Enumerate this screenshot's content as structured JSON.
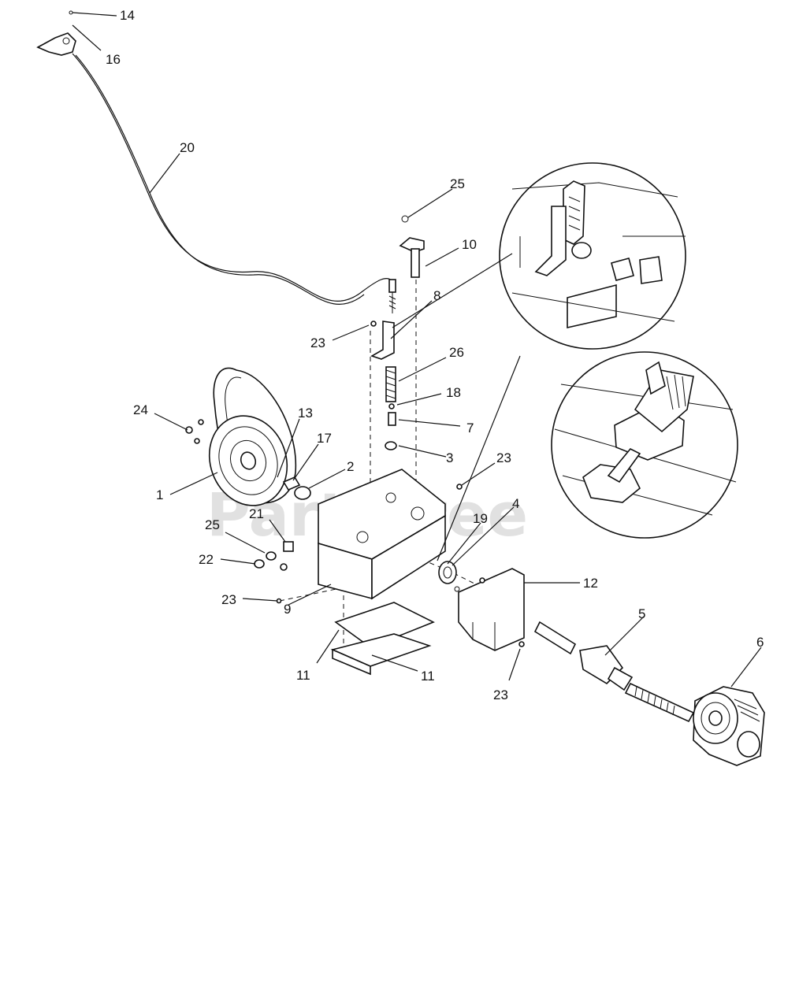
{
  "watermark": "PartsTree",
  "callouts": [
    {
      "id": "c14",
      "text": "14"
    },
    {
      "id": "c16",
      "text": "16"
    },
    {
      "id": "c20",
      "text": "20"
    },
    {
      "id": "c25a",
      "text": "25"
    },
    {
      "id": "c10",
      "text": "10"
    },
    {
      "id": "c8",
      "text": "8"
    },
    {
      "id": "c23a",
      "text": "23"
    },
    {
      "id": "c26",
      "text": "26"
    },
    {
      "id": "c18",
      "text": "18"
    },
    {
      "id": "c7",
      "text": "7"
    },
    {
      "id": "c3",
      "text": "3"
    },
    {
      "id": "c24",
      "text": "24"
    },
    {
      "id": "c13",
      "text": "13"
    },
    {
      "id": "c17",
      "text": "17"
    },
    {
      "id": "c2",
      "text": "2"
    },
    {
      "id": "c1",
      "text": "1"
    },
    {
      "id": "c23b",
      "text": "23"
    },
    {
      "id": "c4",
      "text": "4"
    },
    {
      "id": "c19",
      "text": "19"
    },
    {
      "id": "c21",
      "text": "21"
    },
    {
      "id": "c25b",
      "text": "25"
    },
    {
      "id": "c22",
      "text": "22"
    },
    {
      "id": "c23c",
      "text": "23"
    },
    {
      "id": "c12",
      "text": "12"
    },
    {
      "id": "c9",
      "text": "9"
    },
    {
      "id": "c5",
      "text": "5"
    },
    {
      "id": "c6",
      "text": "6"
    },
    {
      "id": "c11a",
      "text": "11"
    },
    {
      "id": "c11b",
      "text": "11"
    },
    {
      "id": "c23d",
      "text": "23"
    }
  ]
}
